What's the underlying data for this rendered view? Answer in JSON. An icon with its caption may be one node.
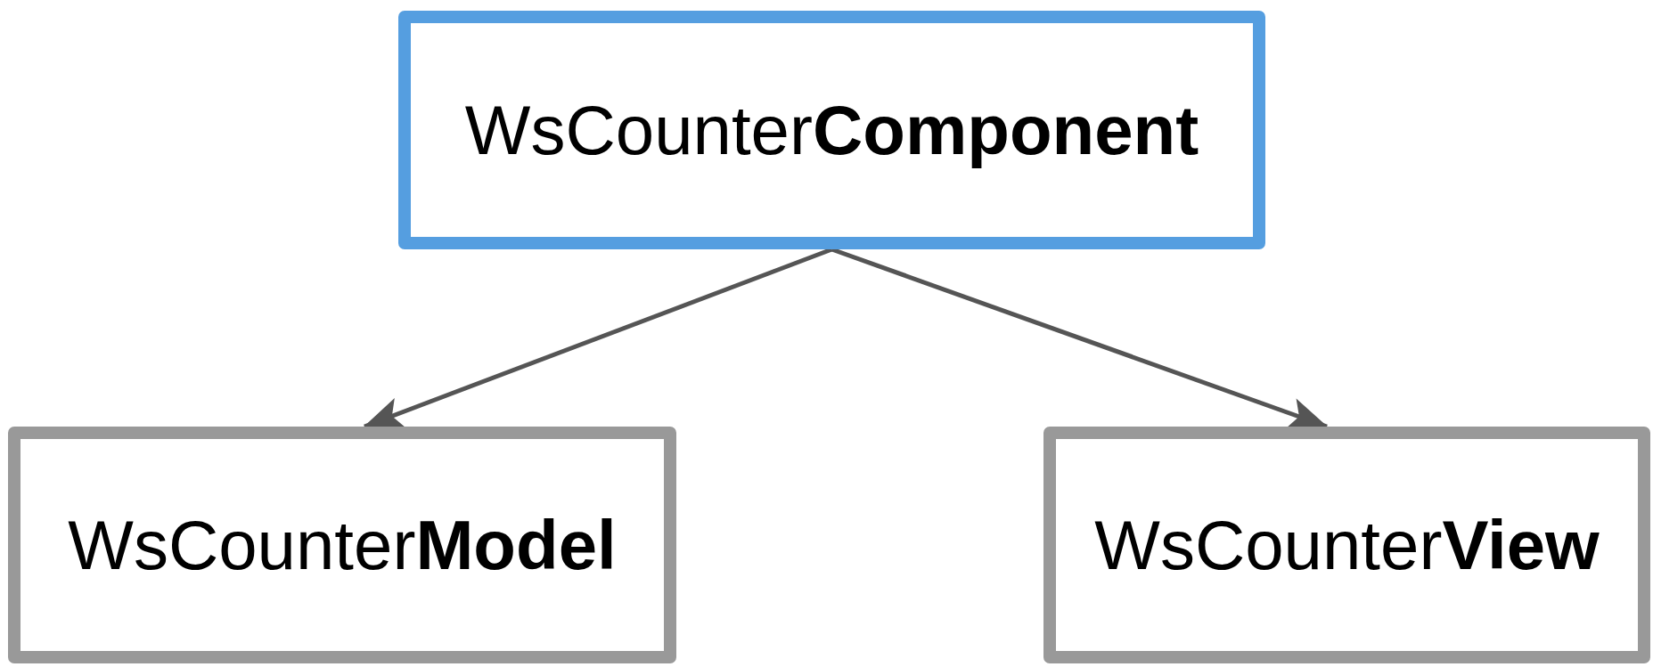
{
  "diagram": {
    "nodes": [
      {
        "text": [
          "WsCounter**Component**"
        ]
      },
      {
        "text": [
          "WsCounter**Model**"
        ]
      },
      {
        "text": [
          "WsCounter**View**"
        ]
      }
    ],
    "edges": [
      {
        "from": 0,
        "to": 1,
        "arrow": "to"
      },
      {
        "from": 0,
        "to": 2,
        "arrow": "to"
      }
    ]
  }
}
